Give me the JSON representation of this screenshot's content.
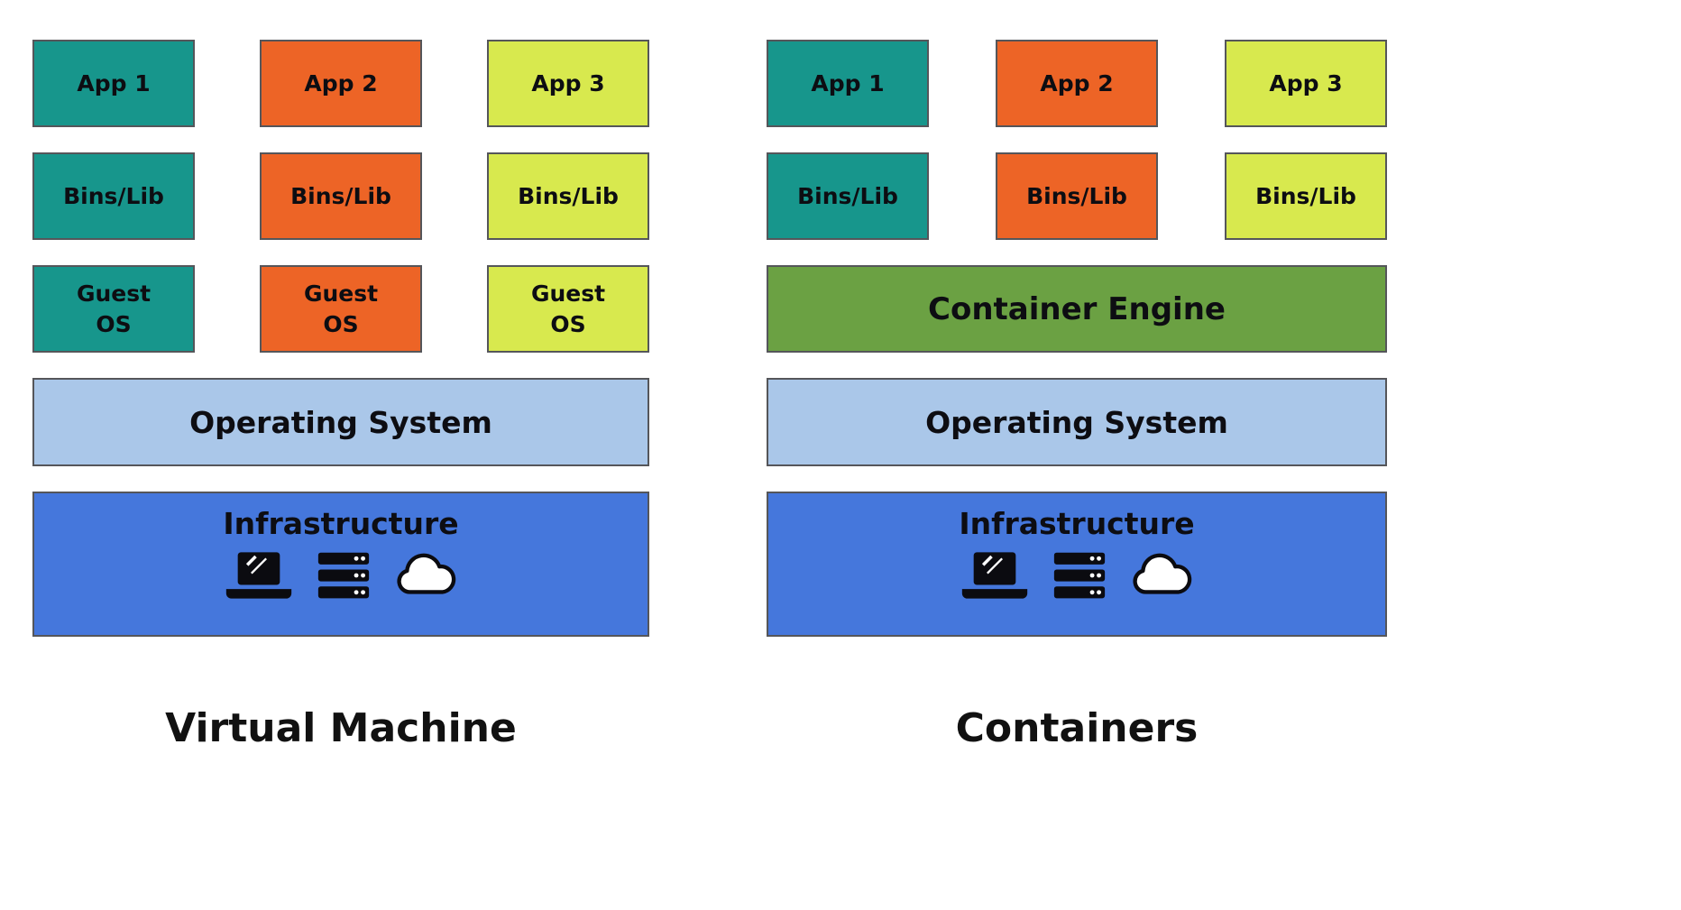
{
  "colors": {
    "teal": "#17968c",
    "orange": "#ed6426",
    "lime": "#d8e94e",
    "green": "#6ba143",
    "light_blue": "#aac7e9",
    "blue": "#4577dc",
    "border": "#55565a",
    "icon_black": "#0b0b10"
  },
  "vm": {
    "title": "Virtual Machine",
    "apps": [
      "App 1",
      "App 2",
      "App 3"
    ],
    "bins": [
      "Bins/Lib",
      "Bins/Lib",
      "Bins/Lib"
    ],
    "guest_os": [
      "Guest\nOS",
      "Guest\nOS",
      "Guest\nOS"
    ],
    "os_label": "Operating System",
    "infra_label": "Infrastructure"
  },
  "containers": {
    "title": "Containers",
    "apps": [
      "App 1",
      "App 2",
      "App 3"
    ],
    "bins": [
      "Bins/Lib",
      "Bins/Lib",
      "Bins/Lib"
    ],
    "engine_label": "Container Engine",
    "os_label": "Operating System",
    "infra_label": "Infrastructure"
  },
  "icons": {
    "laptop": "laptop-icon",
    "server": "server-icon",
    "cloud": "cloud-icon"
  }
}
